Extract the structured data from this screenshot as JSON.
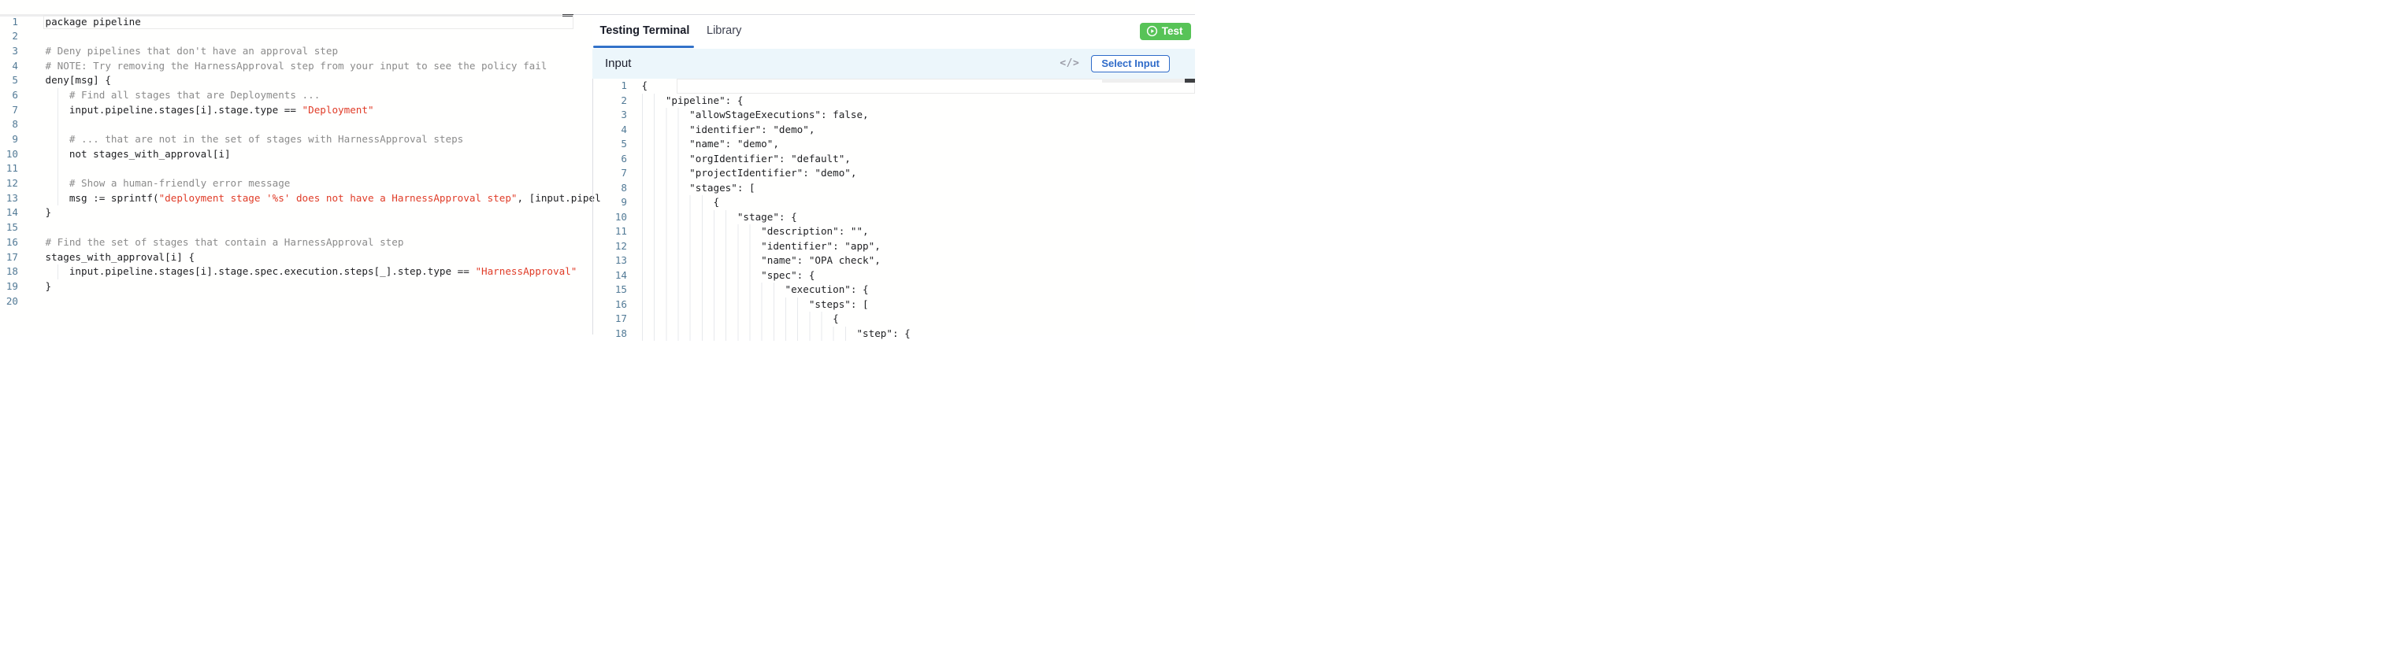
{
  "colors": {
    "accent_blue": "#3372c9",
    "button_blue": "#2f6bc9",
    "test_green": "#57c357",
    "string_red": "#e03c28",
    "comment_gray": "#8b8b8b",
    "code_black": "#202124",
    "line_number_blue": "#527a96",
    "input_header_bg": "#ecf6fb",
    "border_gray": "#dcdde2"
  },
  "left_editor": {
    "language": "rego",
    "lines": [
      {
        "n": 1,
        "ind": 0,
        "current": true,
        "segs": [
          {
            "c": "code",
            "t": "package pipeline"
          }
        ]
      },
      {
        "n": 2,
        "ind": 0,
        "segs": []
      },
      {
        "n": 3,
        "ind": 0,
        "segs": [
          {
            "c": "comment",
            "t": "# Deny pipelines that don't have an approval step"
          }
        ]
      },
      {
        "n": 4,
        "ind": 0,
        "segs": [
          {
            "c": "comment",
            "t": "# NOTE: Try removing the HarnessApproval step from your input to see the policy fail"
          }
        ]
      },
      {
        "n": 5,
        "ind": 0,
        "segs": [
          {
            "c": "code",
            "t": "deny[msg] {"
          }
        ]
      },
      {
        "n": 6,
        "ind": 4,
        "segs": [
          {
            "c": "comment",
            "t": "# Find all stages that are Deployments ..."
          }
        ]
      },
      {
        "n": 7,
        "ind": 4,
        "segs": [
          {
            "c": "code",
            "t": "input.pipeline.stages[i].stage.type == "
          },
          {
            "c": "string",
            "t": "\"Deployment\""
          }
        ]
      },
      {
        "n": 8,
        "ind": 4,
        "segs": []
      },
      {
        "n": 9,
        "ind": 4,
        "segs": [
          {
            "c": "comment",
            "t": "# ... that are not in the set of stages with HarnessApproval steps"
          }
        ]
      },
      {
        "n": 10,
        "ind": 4,
        "segs": [
          {
            "c": "code",
            "t": "not stages_with_approval[i]"
          }
        ]
      },
      {
        "n": 11,
        "ind": 4,
        "segs": []
      },
      {
        "n": 12,
        "ind": 4,
        "segs": [
          {
            "c": "comment",
            "t": "# Show a human-friendly error message"
          }
        ]
      },
      {
        "n": 13,
        "ind": 4,
        "segs": [
          {
            "c": "code",
            "t": "msg := sprintf("
          },
          {
            "c": "string",
            "t": "\"deployment stage '%s' does not have a HarnessApproval step\""
          },
          {
            "c": "code",
            "t": ", [input.pipel"
          }
        ]
      },
      {
        "n": 14,
        "ind": 0,
        "segs": [
          {
            "c": "code",
            "t": "}"
          }
        ]
      },
      {
        "n": 15,
        "ind": 0,
        "segs": []
      },
      {
        "n": 16,
        "ind": 0,
        "segs": [
          {
            "c": "comment",
            "t": "# Find the set of stages that contain a HarnessApproval step"
          }
        ]
      },
      {
        "n": 17,
        "ind": 0,
        "segs": [
          {
            "c": "code",
            "t": "stages_with_approval[i] {"
          }
        ]
      },
      {
        "n": 18,
        "ind": 4,
        "segs": [
          {
            "c": "code",
            "t": "input.pipeline.stages[i].stage.spec.execution.steps[_].step.type == "
          },
          {
            "c": "string",
            "t": "\"HarnessApproval\""
          }
        ]
      },
      {
        "n": 19,
        "ind": 0,
        "segs": [
          {
            "c": "code",
            "t": "}"
          }
        ]
      },
      {
        "n": 20,
        "ind": 0,
        "segs": []
      }
    ]
  },
  "right_panel": {
    "tabs": [
      {
        "label": "Testing Terminal",
        "active": true
      },
      {
        "label": "Library",
        "active": false
      }
    ],
    "test_button": {
      "label": "Test",
      "icon": "play-circle-icon"
    },
    "input_section": {
      "title": "Input",
      "code_view_icon_glyph": "</>",
      "select_input_label": "Select Input"
    },
    "input_editor": {
      "language": "json",
      "lines": [
        {
          "n": 1,
          "ind": 0,
          "current": true,
          "segs": [
            {
              "c": "code",
              "t": "{"
            }
          ]
        },
        {
          "n": 2,
          "ind": 4,
          "segs": [
            {
              "c": "code",
              "t": "\"pipeline\": {"
            }
          ]
        },
        {
          "n": 3,
          "ind": 8,
          "segs": [
            {
              "c": "code",
              "t": "\"allowStageExecutions\": false,"
            }
          ]
        },
        {
          "n": 4,
          "ind": 8,
          "segs": [
            {
              "c": "code",
              "t": "\"identifier\": \"demo\","
            }
          ]
        },
        {
          "n": 5,
          "ind": 8,
          "segs": [
            {
              "c": "code",
              "t": "\"name\": \"demo\","
            }
          ]
        },
        {
          "n": 6,
          "ind": 8,
          "segs": [
            {
              "c": "code",
              "t": "\"orgIdentifier\": \"default\","
            }
          ]
        },
        {
          "n": 7,
          "ind": 8,
          "segs": [
            {
              "c": "code",
              "t": "\"projectIdentifier\": \"demo\","
            }
          ]
        },
        {
          "n": 8,
          "ind": 8,
          "segs": [
            {
              "c": "code",
              "t": "\"stages\": ["
            }
          ]
        },
        {
          "n": 9,
          "ind": 12,
          "segs": [
            {
              "c": "code",
              "t": "{"
            }
          ]
        },
        {
          "n": 10,
          "ind": 16,
          "segs": [
            {
              "c": "code",
              "t": "\"stage\": {"
            }
          ]
        },
        {
          "n": 11,
          "ind": 20,
          "segs": [
            {
              "c": "code",
              "t": "\"description\": \"\","
            }
          ]
        },
        {
          "n": 12,
          "ind": 20,
          "segs": [
            {
              "c": "code",
              "t": "\"identifier\": \"app\","
            }
          ]
        },
        {
          "n": 13,
          "ind": 20,
          "segs": [
            {
              "c": "code",
              "t": "\"name\": \"OPA check\","
            }
          ]
        },
        {
          "n": 14,
          "ind": 20,
          "segs": [
            {
              "c": "code",
              "t": "\"spec\": {"
            }
          ]
        },
        {
          "n": 15,
          "ind": 24,
          "segs": [
            {
              "c": "code",
              "t": "\"execution\": {"
            }
          ]
        },
        {
          "n": 16,
          "ind": 28,
          "segs": [
            {
              "c": "code",
              "t": "\"steps\": ["
            }
          ]
        },
        {
          "n": 17,
          "ind": 32,
          "segs": [
            {
              "c": "code",
              "t": "{"
            }
          ]
        },
        {
          "n": 18,
          "ind": 36,
          "segs": [
            {
              "c": "code",
              "t": "\"step\": {"
            }
          ]
        }
      ]
    }
  }
}
